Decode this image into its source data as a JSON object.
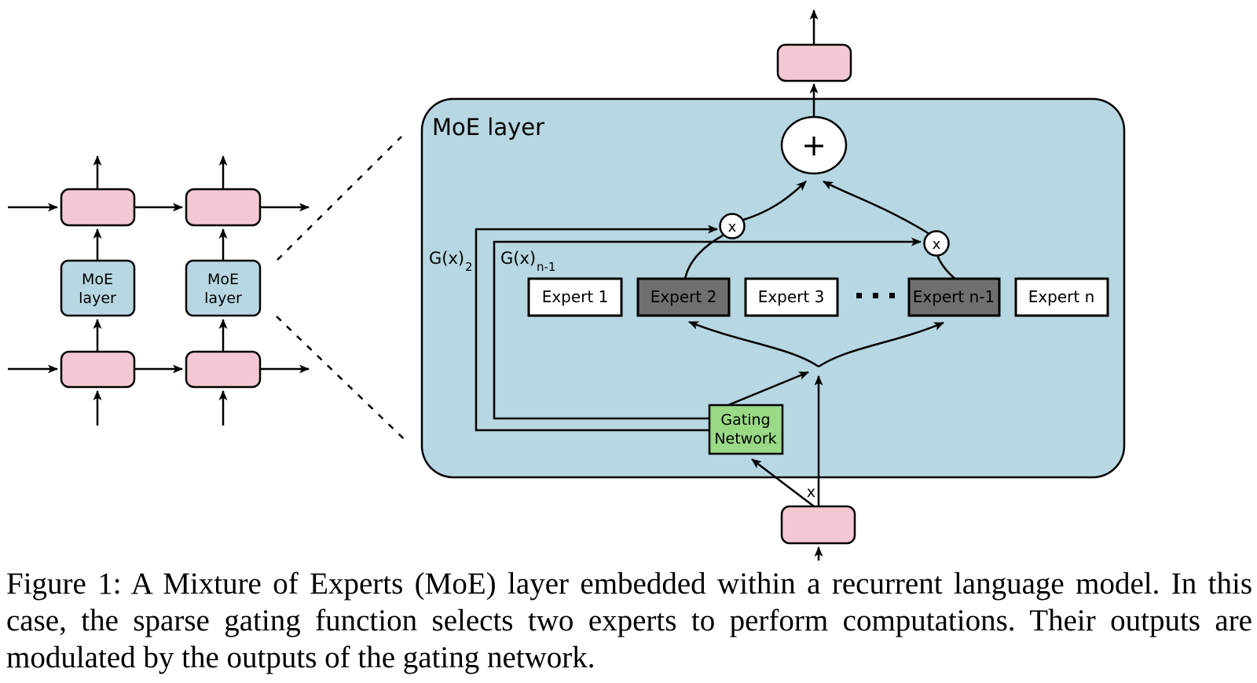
{
  "colors": {
    "pink": "#f4c8d2",
    "blue": "#b7d7e2",
    "green": "#9ad986",
    "expert_highlight": "#6f6f6f",
    "expert_normal": "#ffffff",
    "line": "#000000"
  },
  "left_diagram": {
    "moe_box": {
      "line1": "MoE",
      "line2": "layer"
    }
  },
  "moe_layer": {
    "title": "MoE layer",
    "plus_label": "+",
    "times_label": "x",
    "input_label": "x",
    "gate_label_2": {
      "main": "G(x)",
      "sub": "2"
    },
    "gate_label_n1": {
      "main": "G(x)",
      "sub": "n-1"
    },
    "gating_network": {
      "line1": "Gating",
      "line2": "Network"
    },
    "experts": [
      {
        "label": "Expert 1",
        "highlighted": false
      },
      {
        "label": "Expert 2",
        "highlighted": true
      },
      {
        "label": "Expert 3",
        "highlighted": false
      },
      {
        "label": "Expert n-1",
        "highlighted": true
      },
      {
        "label": "Expert n",
        "highlighted": false
      }
    ]
  },
  "caption": {
    "lines": [
      "Figure 1: A Mixture of Experts (MoE) layer embedded within a recurrent language model. In this",
      "case, the sparse gating function selects two experts to perform computations.  Their outputs are",
      "modulated by the outputs of the gating network."
    ]
  }
}
